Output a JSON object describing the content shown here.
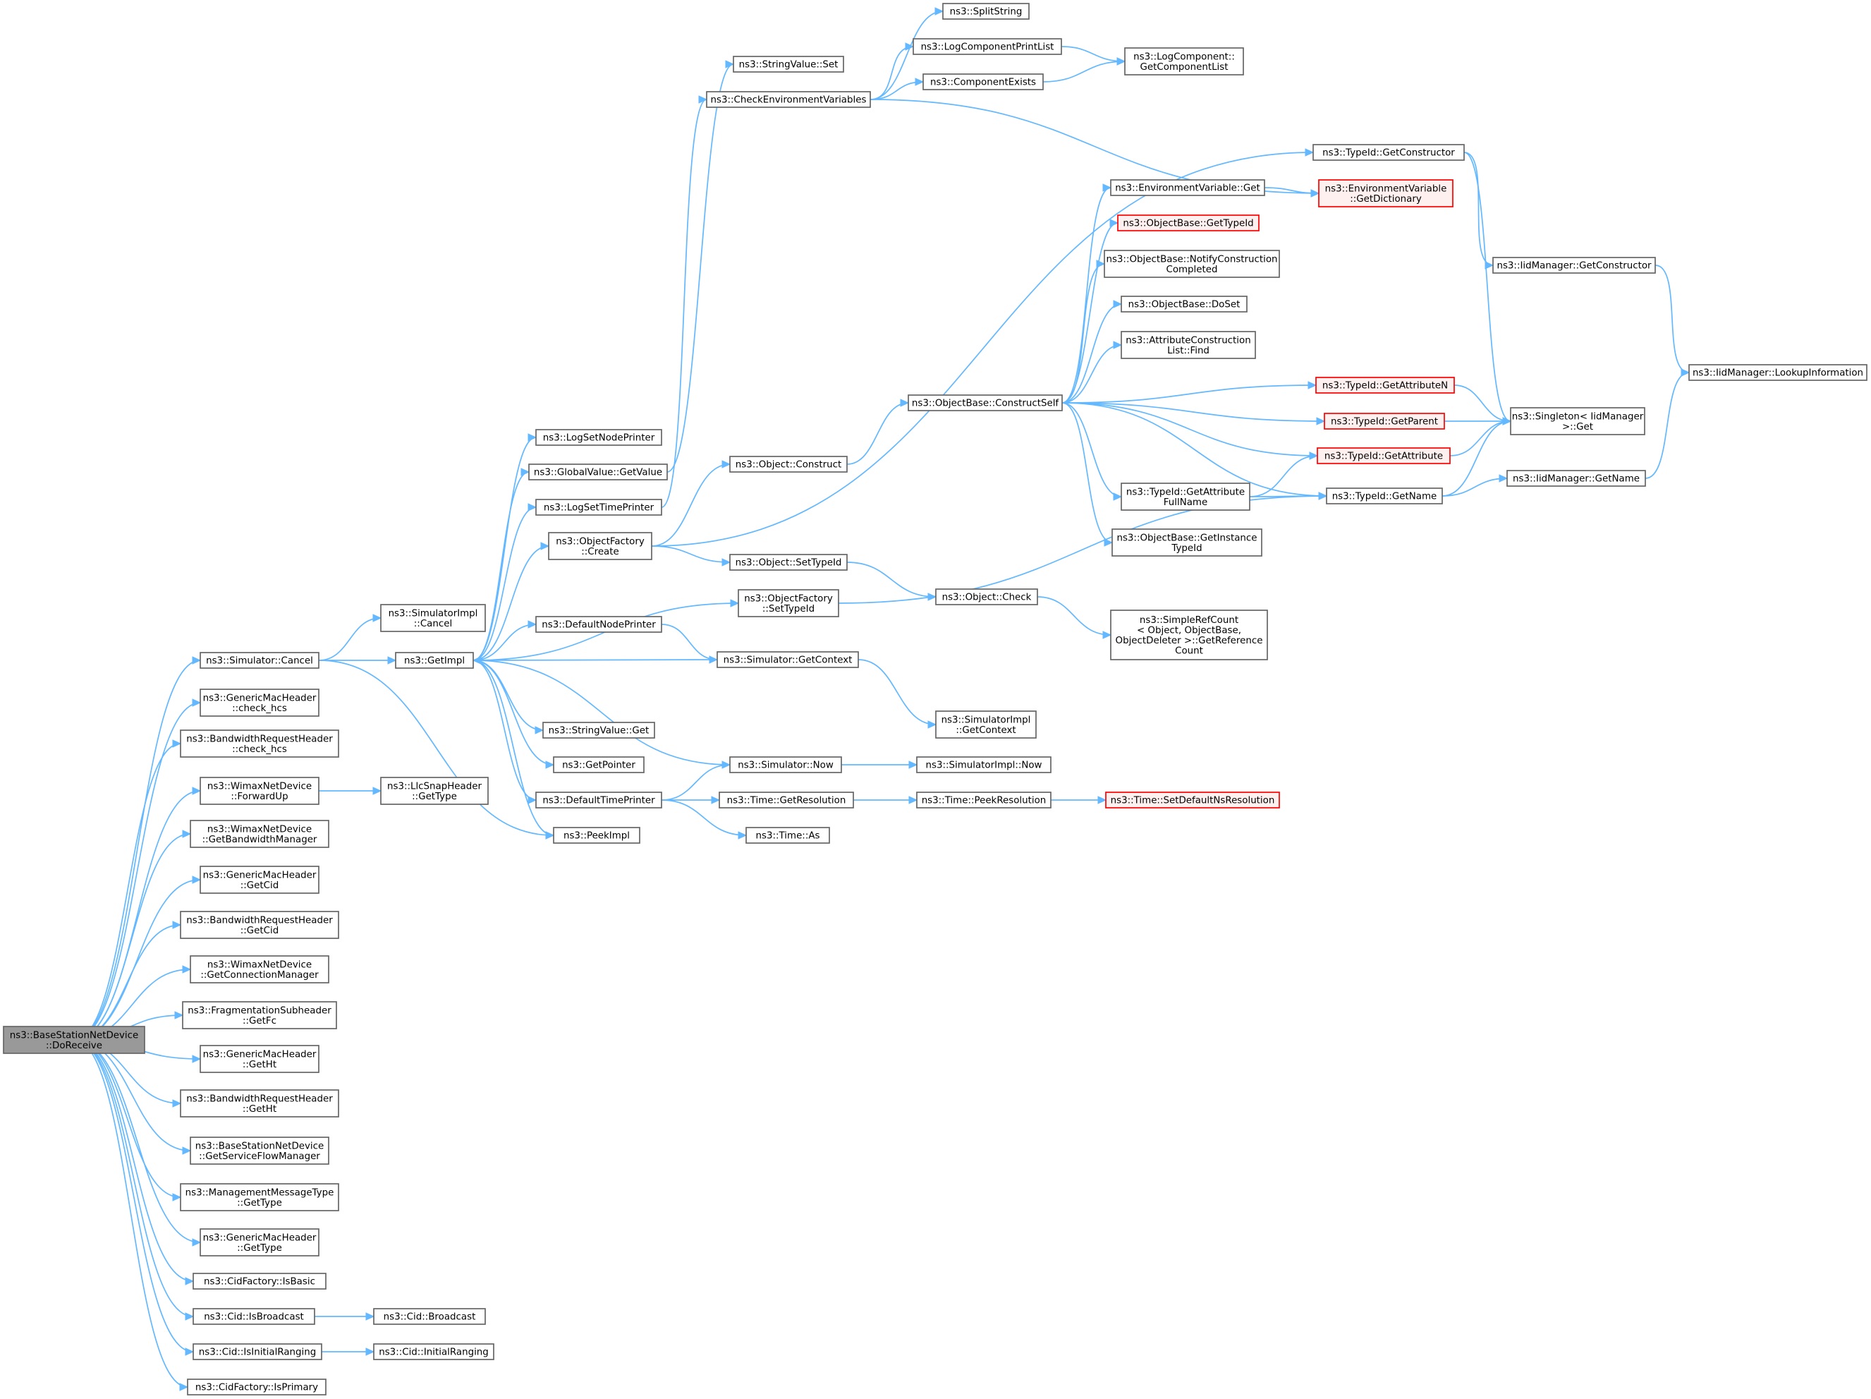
{
  "colors": {
    "edge": "#63b8ff",
    "node_border": "#666666",
    "node_fill": "#ffffff",
    "root_fill": "#999999",
    "truncated_border": "#ff0000",
    "truncated_fill": "#fff0f0"
  },
  "nodes": [
    {
      "id": "root",
      "lines": [
        "ns3::BaseStationNetDevice",
        "::DoReceive"
      ],
      "kind": "root"
    },
    {
      "id": "simcancel",
      "lines": [
        "ns3::Simulator::Cancel"
      ]
    },
    {
      "id": "gmh_check",
      "lines": [
        "ns3::GenericMacHeader",
        "::check_hcs"
      ]
    },
    {
      "id": "brh_check",
      "lines": [
        "ns3::BandwidthRequestHeader",
        "::check_hcs"
      ]
    },
    {
      "id": "fwdup",
      "lines": [
        "ns3::WimaxNetDevice",
        "::ForwardUp"
      ]
    },
    {
      "id": "getbwm",
      "lines": [
        "ns3::WimaxNetDevice",
        "::GetBandwidthManager"
      ]
    },
    {
      "id": "gmh_cid",
      "lines": [
        "ns3::GenericMacHeader",
        "::GetCid"
      ]
    },
    {
      "id": "brh_cid",
      "lines": [
        "ns3::BandwidthRequestHeader",
        "::GetCid"
      ]
    },
    {
      "id": "getconn",
      "lines": [
        "ns3::WimaxNetDevice",
        "::GetConnectionManager"
      ]
    },
    {
      "id": "frag",
      "lines": [
        "ns3::FragmentationSubheader",
        "::GetFc"
      ]
    },
    {
      "id": "gmh_ht",
      "lines": [
        "ns3::GenericMacHeader",
        "::GetHt"
      ]
    },
    {
      "id": "brh_ht",
      "lines": [
        "ns3::BandwidthRequestHeader",
        "::GetHt"
      ]
    },
    {
      "id": "bs_sfm",
      "lines": [
        "ns3::BaseStationNetDevice",
        "::GetServiceFlowManager"
      ]
    },
    {
      "id": "mmt",
      "lines": [
        "ns3::ManagementMessageType",
        "::GetType"
      ]
    },
    {
      "id": "gmh_type",
      "lines": [
        "ns3::GenericMacHeader",
        "::GetType"
      ]
    },
    {
      "id": "isbasic",
      "lines": [
        "ns3::CidFactory::IsBasic"
      ]
    },
    {
      "id": "isbcast",
      "lines": [
        "ns3::Cid::IsBroadcast"
      ]
    },
    {
      "id": "isinit",
      "lines": [
        "ns3::Cid::IsInitialRanging"
      ]
    },
    {
      "id": "isprim",
      "lines": [
        "ns3::CidFactory::IsPrimary"
      ]
    },
    {
      "id": "simimpl_cancel",
      "lines": [
        "ns3::SimulatorImpl",
        "::Cancel"
      ]
    },
    {
      "id": "getimpl",
      "lines": [
        "ns3::GetImpl"
      ]
    },
    {
      "id": "llc",
      "lines": [
        "ns3::LlcSnapHeader",
        "::GetType"
      ]
    },
    {
      "id": "cidbcast",
      "lines": [
        "ns3::Cid::Broadcast"
      ]
    },
    {
      "id": "cidinit",
      "lines": [
        "ns3::Cid::InitialRanging"
      ]
    },
    {
      "id": "lognode",
      "lines": [
        "ns3::LogSetNodePrinter"
      ]
    },
    {
      "id": "gvget",
      "lines": [
        "ns3::GlobalValue::GetValue"
      ]
    },
    {
      "id": "logtime",
      "lines": [
        "ns3::LogSetTimePrinter"
      ]
    },
    {
      "id": "ofcreate",
      "lines": [
        "ns3::ObjectFactory",
        "::Create"
      ]
    },
    {
      "id": "defnode",
      "lines": [
        "ns3::DefaultNodePrinter"
      ]
    },
    {
      "id": "svget",
      "lines": [
        "ns3::StringValue::Get"
      ]
    },
    {
      "id": "getptr",
      "lines": [
        "ns3::GetPointer"
      ]
    },
    {
      "id": "deftime",
      "lines": [
        "ns3::DefaultTimePrinter"
      ]
    },
    {
      "id": "peekimpl",
      "lines": [
        "ns3::PeekImpl"
      ]
    },
    {
      "id": "svset",
      "lines": [
        "ns3::StringValue::Set"
      ]
    },
    {
      "id": "checkenv",
      "lines": [
        "ns3::CheckEnvironmentVariables"
      ]
    },
    {
      "id": "objconstruct",
      "lines": [
        "ns3::Object::Construct"
      ]
    },
    {
      "id": "objsettypeid",
      "lines": [
        "ns3::Object::SetTypeId"
      ]
    },
    {
      "id": "ofsettypeid",
      "lines": [
        "ns3::ObjectFactory",
        "::SetTypeId"
      ]
    },
    {
      "id": "simgetctx",
      "lines": [
        "ns3::Simulator::GetContext"
      ]
    },
    {
      "id": "simnow",
      "lines": [
        "ns3::Simulator::Now"
      ]
    },
    {
      "id": "timegetres",
      "lines": [
        "ns3::Time::GetResolution"
      ]
    },
    {
      "id": "timeas",
      "lines": [
        "ns3::Time::As"
      ]
    },
    {
      "id": "splitstr",
      "lines": [
        "ns3::SplitString"
      ]
    },
    {
      "id": "logcpl",
      "lines": [
        "ns3::LogComponentPrintList"
      ]
    },
    {
      "id": "compexists",
      "lines": [
        "ns3::ComponentExists"
      ]
    },
    {
      "id": "cself",
      "lines": [
        "ns3::ObjectBase::ConstructSelf"
      ]
    },
    {
      "id": "objcheck",
      "lines": [
        "ns3::Object::Check"
      ]
    },
    {
      "id": "simimpl_ctx",
      "lines": [
        "ns3::SimulatorImpl",
        "::GetContext"
      ]
    },
    {
      "id": "simimpl_now",
      "lines": [
        "ns3::SimulatorImpl::Now"
      ]
    },
    {
      "id": "peekres",
      "lines": [
        "ns3::Time::PeekResolution"
      ]
    },
    {
      "id": "logcomplist",
      "lines": [
        "ns3::LogComponent::",
        "GetComponentList"
      ]
    },
    {
      "id": "envget",
      "lines": [
        "ns3::EnvironmentVariable::Get"
      ]
    },
    {
      "id": "obgettid",
      "lines": [
        "ns3::ObjectBase::GetTypeId"
      ],
      "kind": "trunc"
    },
    {
      "id": "obnotify",
      "lines": [
        "ns3::ObjectBase::NotifyConstruction",
        "Completed"
      ]
    },
    {
      "id": "obdoset",
      "lines": [
        "ns3::ObjectBase::DoSet"
      ]
    },
    {
      "id": "aclfind",
      "lines": [
        "ns3::AttributeConstruction",
        "List::Find"
      ]
    },
    {
      "id": "tidgafn",
      "lines": [
        "ns3::TypeId::GetAttribute",
        "FullName"
      ]
    },
    {
      "id": "obgetinst",
      "lines": [
        "ns3::ObjectBase::GetInstance",
        "TypeId"
      ]
    },
    {
      "id": "srcount",
      "lines": [
        "ns3::SimpleRefCount",
        "< Object, ObjectBase,",
        " ObjectDeleter >::GetReference",
        "Count"
      ]
    },
    {
      "id": "setdefres",
      "lines": [
        "ns3::Time::SetDefaultNsResolution"
      ],
      "kind": "trunc"
    },
    {
      "id": "tidgetctor",
      "lines": [
        "ns3::TypeId::GetConstructor"
      ]
    },
    {
      "id": "envdict",
      "lines": [
        "ns3::EnvironmentVariable",
        "::GetDictionary"
      ],
      "kind": "trunc"
    },
    {
      "id": "tidgan",
      "lines": [
        "ns3::TypeId::GetAttributeN"
      ],
      "kind": "trunc"
    },
    {
      "id": "tidparent",
      "lines": [
        "ns3::TypeId::GetParent"
      ],
      "kind": "trunc"
    },
    {
      "id": "tidga",
      "lines": [
        "ns3::TypeId::GetAttribute"
      ],
      "kind": "trunc"
    },
    {
      "id": "tidname",
      "lines": [
        "ns3::TypeId::GetName"
      ]
    },
    {
      "id": "iidgetctor",
      "lines": [
        "ns3::IidManager::GetConstructor"
      ]
    },
    {
      "id": "singleton",
      "lines": [
        "ns3::Singleton< IidManager",
        " >::Get"
      ]
    },
    {
      "id": "iidgetname",
      "lines": [
        "ns3::IidManager::GetName"
      ]
    },
    {
      "id": "iidlookup",
      "lines": [
        "ns3::IidManager::LookupInformation"
      ]
    }
  ]
}
